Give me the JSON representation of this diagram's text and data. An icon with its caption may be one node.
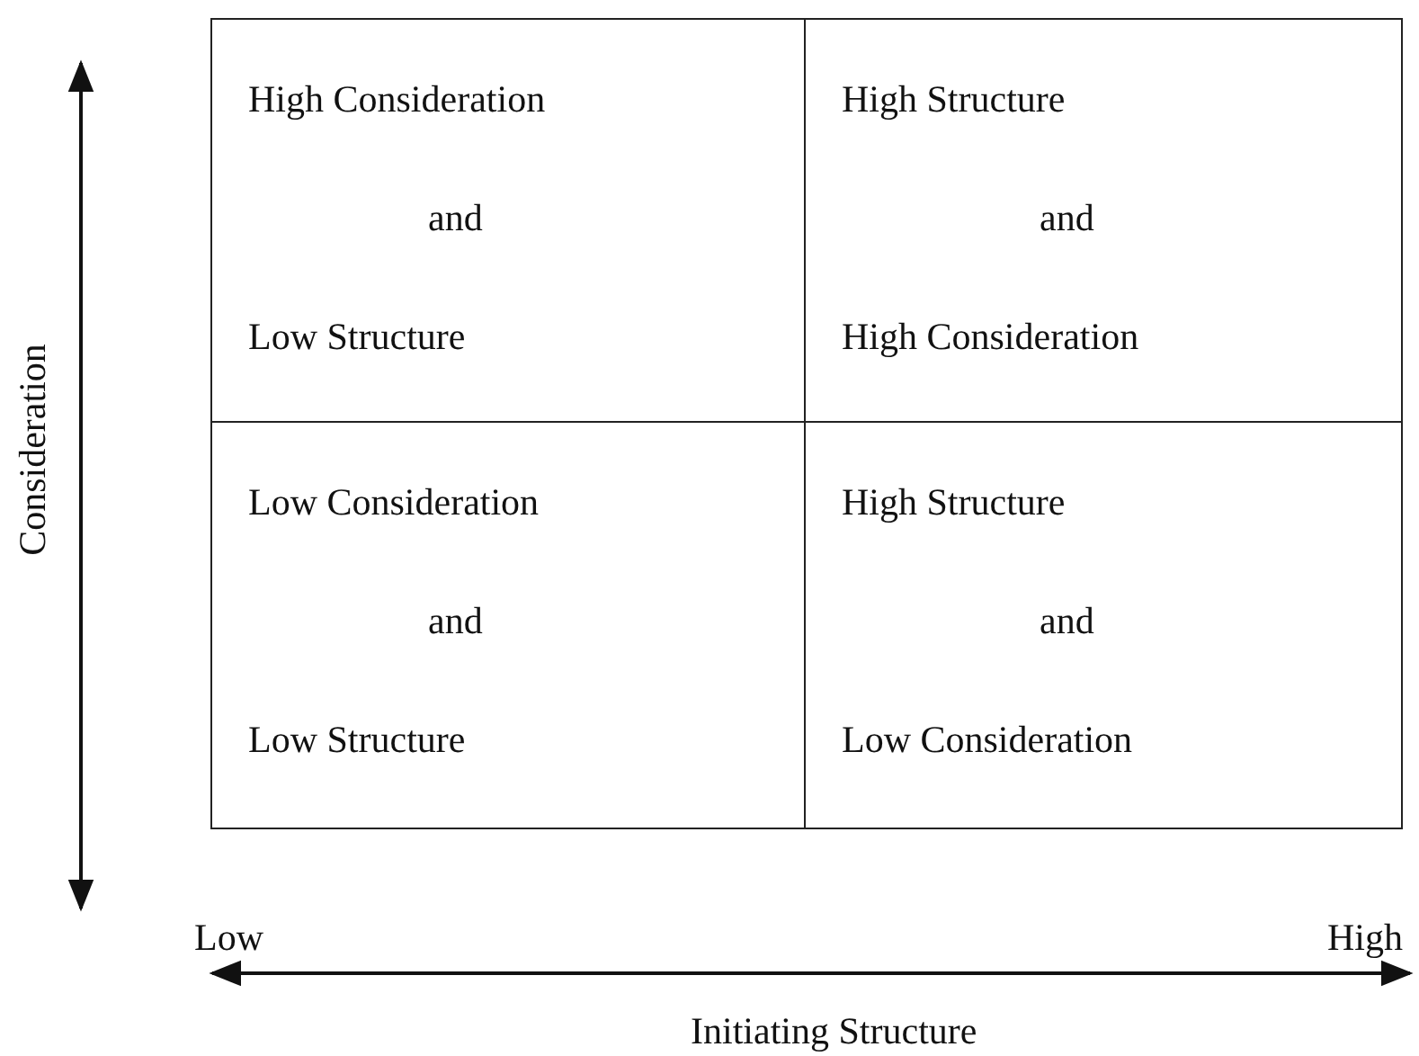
{
  "diagram": {
    "nodes": [
      {
        "text": [
          "High Consideration",
          "and",
          "Low Structure"
        ]
      },
      {
        "text": [
          "High Structure",
          "and",
          "High Consideration"
        ]
      },
      {
        "text": [
          "Low Consideration",
          "and",
          "Low Structure"
        ]
      },
      {
        "text": [
          "High Structure",
          "and",
          "Low Consideration"
        ]
      }
    ],
    "labels": [
      "Consideration",
      "Low",
      "High",
      "Initiating Structure"
    ]
  }
}
